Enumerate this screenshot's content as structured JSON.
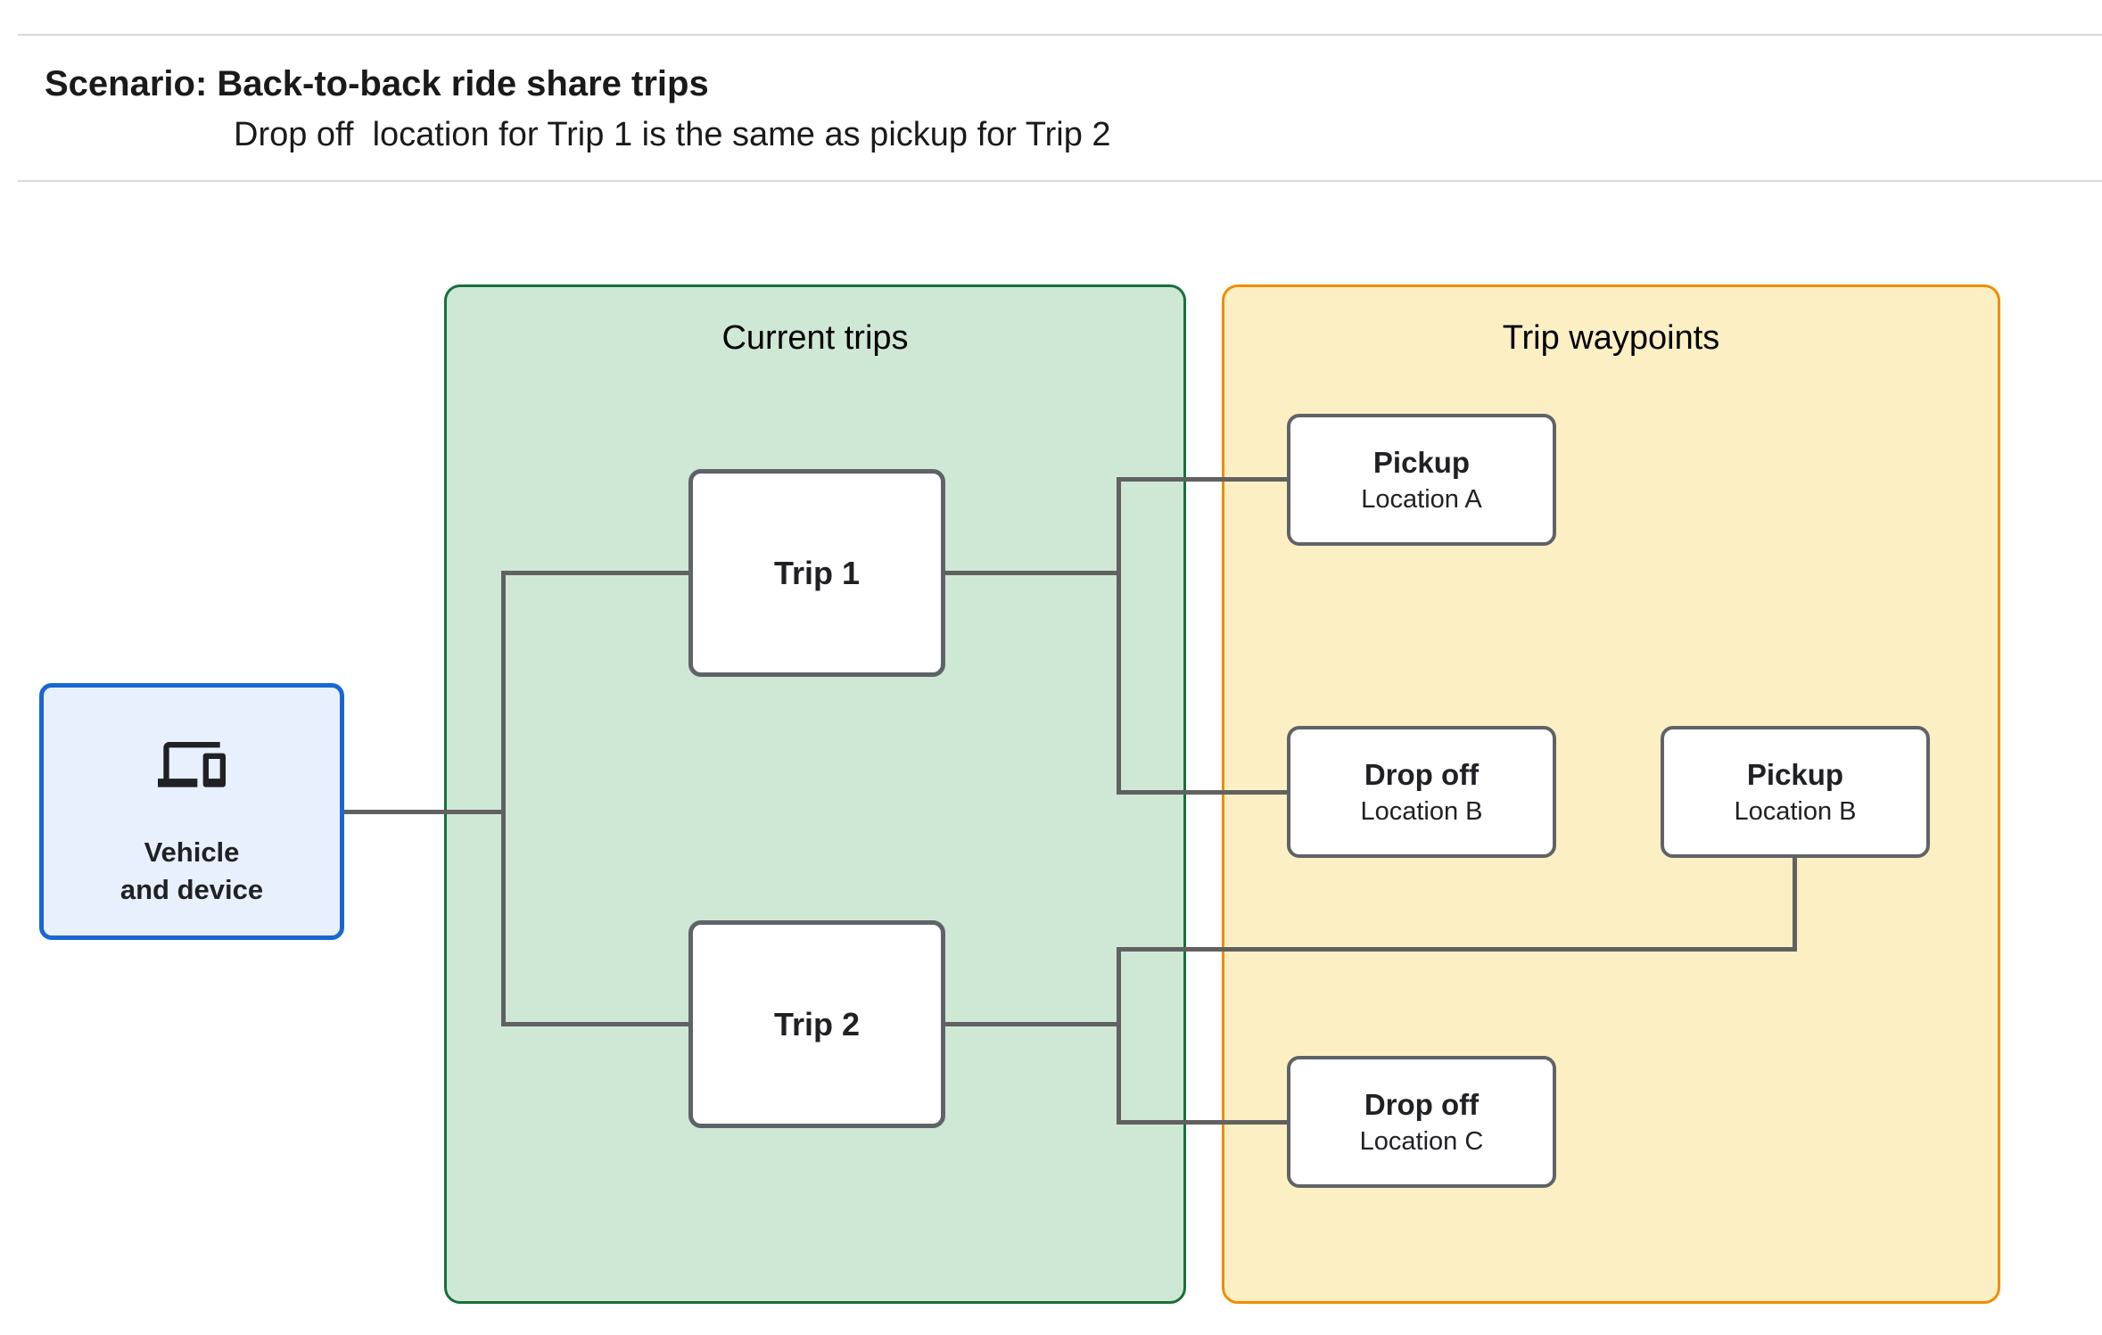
{
  "header": {
    "title": "Scenario: Back-to-back ride share trips",
    "subtitle": "Drop off  location for Trip 1 is the same as pickup for Trip 2"
  },
  "vehicle_node": {
    "icon": "devices-icon",
    "label_line1": "Vehicle",
    "label_line2": "and device"
  },
  "panels": {
    "current_trips": {
      "title": "Current trips",
      "trips": [
        {
          "label": "Trip 1"
        },
        {
          "label": "Trip 2"
        }
      ]
    },
    "trip_waypoints": {
      "title": "Trip waypoints",
      "waypoints": [
        {
          "type": "Pickup",
          "location": "Location A"
        },
        {
          "type": "Drop off",
          "location": "Location B"
        },
        {
          "type": "Pickup",
          "location": "Location B"
        },
        {
          "type": "Drop off",
          "location": "Location C"
        }
      ]
    }
  },
  "colors": {
    "green_fill": "#CEE8D5",
    "green_border": "#17703A",
    "yellow_fill": "#FCEFC3",
    "orange_border": "#F08C00",
    "blue_fill": "#E8F0FE",
    "blue_border": "#1967D2",
    "node_border": "#5F6368",
    "connector": "#616161",
    "text": "#202124",
    "divider": "#D8D8D8"
  }
}
